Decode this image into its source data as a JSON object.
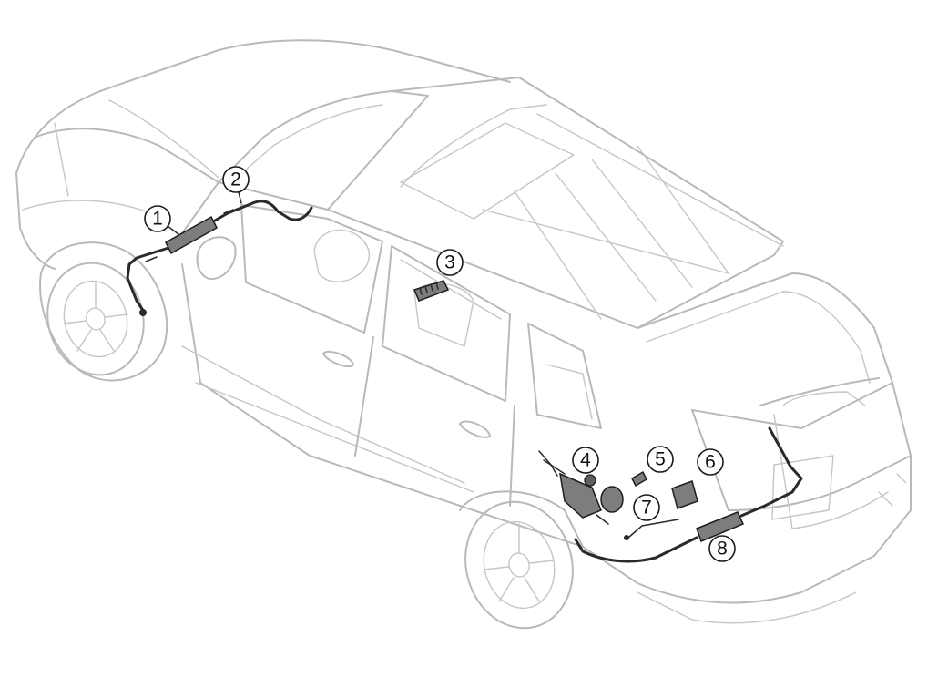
{
  "diagram": {
    "subject": "vehicle-outline",
    "callouts": [
      {
        "label": "1"
      },
      {
        "label": "2"
      },
      {
        "label": "3"
      },
      {
        "label": "4"
      },
      {
        "label": "5"
      },
      {
        "label": "6"
      },
      {
        "label": "7"
      },
      {
        "label": "8"
      }
    ],
    "colors": {
      "vehicle_outline": "#b9b9b9",
      "components": "#2a2a2a",
      "component_fill": "#7d7d7d",
      "callout_stroke": "#1a1a1a"
    }
  }
}
